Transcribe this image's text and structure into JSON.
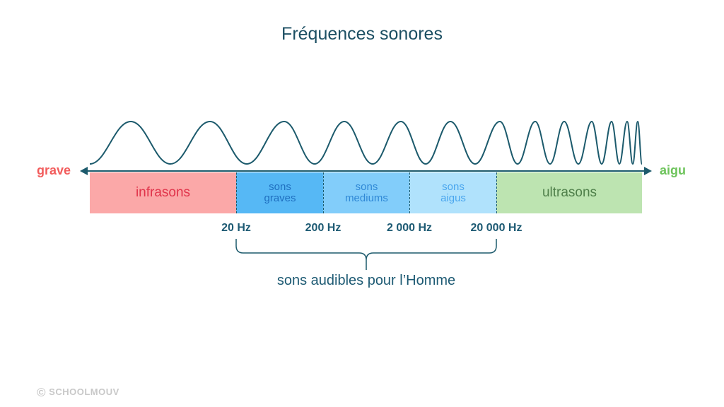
{
  "title": "Fréquences sonores",
  "axis": {
    "left_label": "grave",
    "right_label": "aigu",
    "left_color": "#f25c5c",
    "right_color": "#6cc35a"
  },
  "bands": [
    {
      "label": "infrasons",
      "bg": "#fba8a8",
      "fg": "#e0334a"
    },
    {
      "label": "sons\ngraves",
      "bg": "#56b8f5",
      "fg": "#1f6fc0"
    },
    {
      "label": "sons\nmediums",
      "bg": "#82cdfa",
      "fg": "#2f88d6"
    },
    {
      "label": "sons\naigus",
      "bg": "#b0e2fc",
      "fg": "#4aa6ee"
    },
    {
      "label": "ultrasons",
      "bg": "#bde4b1",
      "fg": "#4f7f4a"
    }
  ],
  "frequencies": [
    "20 Hz",
    "200 Hz",
    "2 000 Hz",
    "20 000 Hz"
  ],
  "audible_label": "sons audibles pour l’Homme",
  "copyright": "SCHOOLMOUV"
}
